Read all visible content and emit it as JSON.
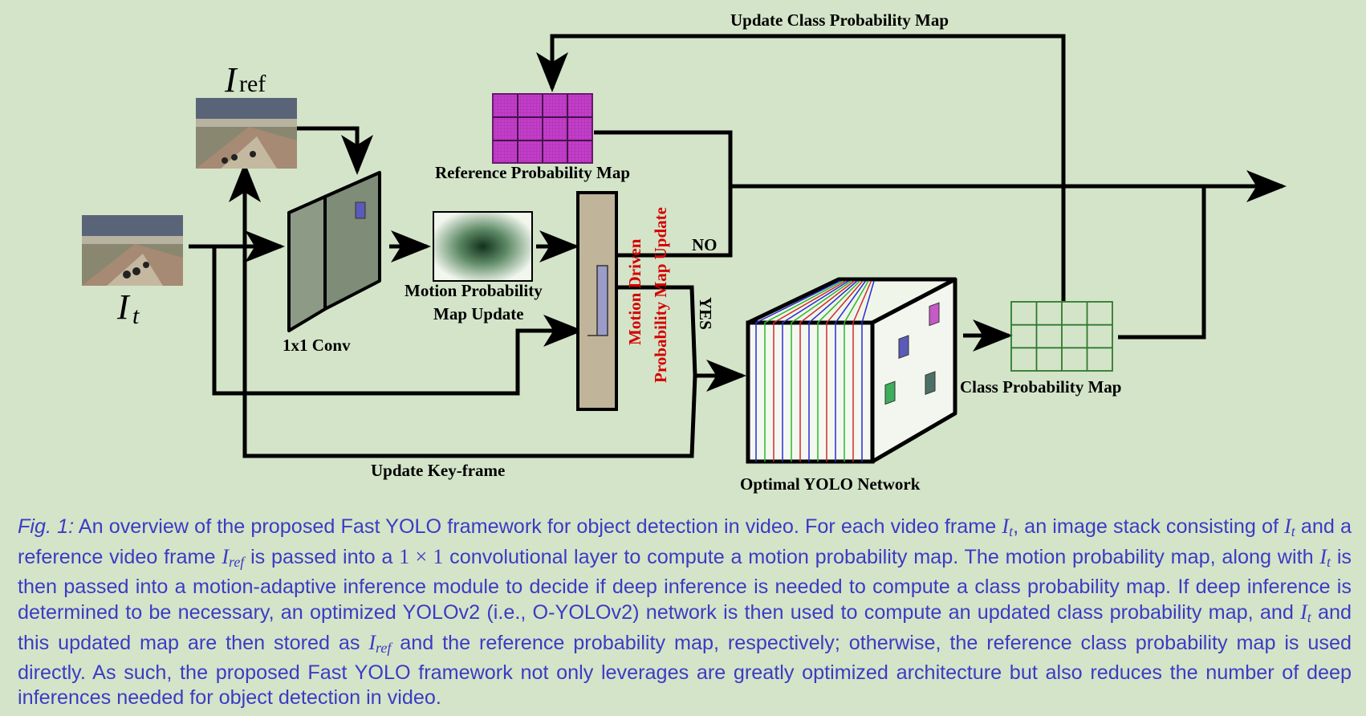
{
  "labels": {
    "update_class_map": "Update Class Probability Map",
    "ref_prob_map": "Reference Probability Map",
    "motion_prob_update_line1": "Motion Probability",
    "motion_prob_update_line2": "Map Update",
    "conv": "1x1 Conv",
    "no": "NO",
    "yes": "YES",
    "motion_driven_line1": "Motion Driven",
    "motion_driven_line2": "Probability Map Update",
    "class_prob_map": "Class Probability Map",
    "update_keyframe": "Update Key-frame",
    "optimal_yolo": "Optimal YOLO Network",
    "iref_base": "I",
    "iref_sub": "ref",
    "it_base": "I",
    "it_sub": "t"
  },
  "caption": {
    "fig_label": "Fig. 1:",
    "seg1": " An overview of the proposed Fast YOLO framework for object detection in video.  For each video frame ",
    "it_base": "I",
    "it_sub": "t",
    "seg2": ", an image stack consisting of ",
    "seg3": " and a reference video frame ",
    "iref_base": "I",
    "iref_sub": "ref",
    "seg4": " is passed into a ",
    "conv_math": "1 × 1",
    "seg5": " convolutional layer to compute a motion probability map.  The motion probability map, along with ",
    "seg6": " is then passed into a motion-adaptive inference module to decide if deep inference is needed to compute a class probability map.  If deep inference is determined to be necessary, an optimized YOLOv2 (i.e., O-YOLOv2) network is then used to compute an updated class probability map, and ",
    "seg7": " and this updated map are then stored as ",
    "seg8": " and the reference probability map, respectively; otherwise, the reference class probability map is used directly. As such, the proposed Fast YOLO framework not only leverages are greatly optimized architecture but also reduces the number of deep inferences needed for object detection in video."
  },
  "colors": {
    "background": "#d4e4c9",
    "caption_text": "#3b3bc4",
    "red_label": "#d40000",
    "ref_grid": "#c23ec9",
    "class_grid": "#2e7a2e",
    "conv_block": "#8c9a86",
    "inference_block": "#c0b49a"
  }
}
